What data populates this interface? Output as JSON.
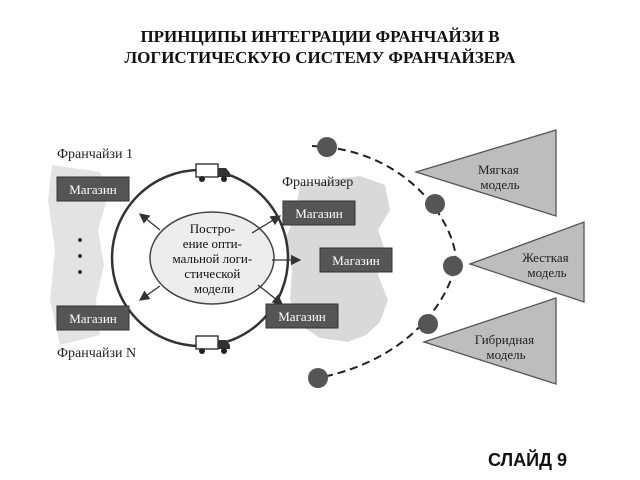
{
  "slide": {
    "title": "ПРИНЦИПЫ ИНТЕГРАЦИИ ФРАНЧАЙЗИ В\nЛОГИСТИЧЕСКУЮ СИСТЕМУ ФРАНЧАЙЗЕРА",
    "slide_number": "СЛАЙД 9"
  },
  "diagram": {
    "franchisee_first": "Франчайзи 1",
    "franchisee_last": "Франчайзи N",
    "franchisor": "Франчайзер",
    "store_label": "Магазин",
    "center_lines": [
      "Постро-",
      "ение опти-",
      "мальной логи-",
      "стической",
      "модели"
    ],
    "models": {
      "soft": [
        "Мягкая",
        "модель"
      ],
      "hard": [
        "Жесткая",
        "модель"
      ],
      "hybrid": [
        "Гибридная",
        "модель"
      ]
    },
    "colors": {
      "store_fill": "#555555",
      "triangle_fill": "#bdbdbd",
      "dot_fill": "#555555",
      "map_fill": "#d9d9d9"
    }
  }
}
